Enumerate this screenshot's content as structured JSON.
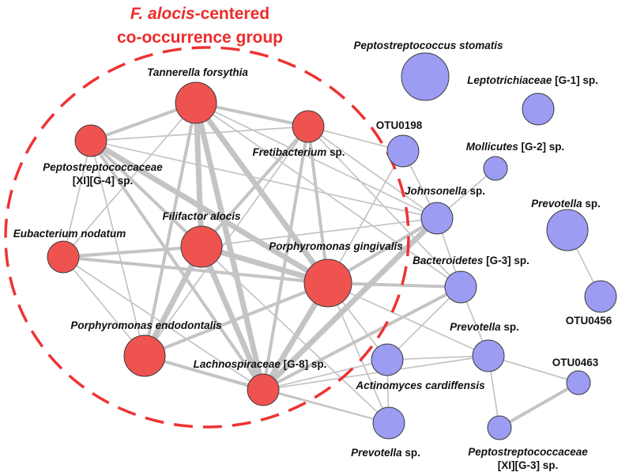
{
  "title": {
    "line1_italic": "F. alocis",
    "line1_rest": "-centered",
    "line2": "co-occurrence group"
  },
  "colors": {
    "group_node": "#ef5350",
    "other_node": "#9b9cf2",
    "edge": "#c4c4c4",
    "title": "#ee2b2b",
    "ellipse": "#ee3333"
  },
  "nodes": [
    {
      "id": "tannerella",
      "group": "red",
      "size": "medium",
      "label_italic": "Tannerella forsythia",
      "label_upright": ""
    },
    {
      "id": "peptostrep_xi_g4",
      "group": "red",
      "size": "small",
      "label_italic": "Peptostreptococcaceae",
      "label_upright": "",
      "label_line2": "[XI][G-4] sp."
    },
    {
      "id": "fretibacterium",
      "group": "red",
      "size": "small",
      "label_italic": "Fretibacterium",
      "label_upright": " sp."
    },
    {
      "id": "filifactor",
      "group": "red",
      "size": "medium",
      "label_italic": "Filifactor alocis",
      "label_upright": ""
    },
    {
      "id": "eubacterium",
      "group": "red",
      "size": "small",
      "label_italic": "Eubacterium nodatum",
      "label_upright": ""
    },
    {
      "id": "gingivalis",
      "group": "red",
      "size": "large",
      "label_italic": "Porphyromonas gingivalis",
      "label_upright": ""
    },
    {
      "id": "endodontalis",
      "group": "red",
      "size": "medium",
      "label_italic": "Porphyromonas endodontalis",
      "label_upright": ""
    },
    {
      "id": "lachno",
      "group": "red",
      "size": "small",
      "label_italic": "Lachnospiraceae",
      "label_upright": " [G-8] sp."
    },
    {
      "id": "stomatis",
      "group": "blue",
      "size": "large",
      "label_italic": "Peptostreptococcus stomatis",
      "label_upright": ""
    },
    {
      "id": "leptotrich",
      "group": "blue",
      "size": "small",
      "label_italic": "Leptotrichiaceae",
      "label_upright": " [G-1] sp."
    },
    {
      "id": "otu0198",
      "group": "blue",
      "size": "small",
      "label_italic": "",
      "label_upright": "OTU0198"
    },
    {
      "id": "mollicutes",
      "group": "blue",
      "size": "tiny",
      "label_italic": "Mollicutes",
      "label_upright": " [G-2] sp."
    },
    {
      "id": "johnsonella",
      "group": "blue",
      "size": "small",
      "label_italic": "Johnsonella",
      "label_upright": " sp."
    },
    {
      "id": "prevotella_r",
      "group": "blue",
      "size": "medium",
      "label_italic": "Prevotella",
      "label_upright": " sp."
    },
    {
      "id": "bacteroidetes",
      "group": "blue",
      "size": "small",
      "label_italic": "Bacteroidetes",
      "label_upright": " [G-3] sp."
    },
    {
      "id": "otu0456",
      "group": "blue",
      "size": "small",
      "label_italic": "",
      "label_upright": "OTU0456"
    },
    {
      "id": "prevotella_m",
      "group": "blue",
      "size": "small",
      "label_italic": "Prevotella",
      "label_upright": " sp."
    },
    {
      "id": "otu0463",
      "group": "blue",
      "size": "tiny",
      "label_italic": "",
      "label_upright": "OTU0463"
    },
    {
      "id": "actinomyces",
      "group": "blue",
      "size": "small",
      "label_italic": "Actinomyces cardiffensis",
      "label_upright": ""
    },
    {
      "id": "prevotella_b",
      "group": "blue",
      "size": "small",
      "label_italic": "Prevotella",
      "label_upright": " sp."
    },
    {
      "id": "peptostrep_xi_g3",
      "group": "blue",
      "size": "tiny",
      "label_italic": "Peptostreptococcaceae",
      "label_upright": "",
      "label_line2": "[XI][G-3] sp."
    }
  ],
  "edges": [
    {
      "s": "tannerella",
      "t": "filifactor",
      "w": "heavy"
    },
    {
      "s": "tannerella",
      "t": "gingivalis",
      "w": "heavy"
    },
    {
      "s": "tannerella",
      "t": "lachno",
      "w": "heavy"
    },
    {
      "s": "tannerella",
      "t": "endodontalis",
      "w": "medium"
    },
    {
      "s": "tannerella",
      "t": "fretibacterium",
      "w": "medium"
    },
    {
      "s": "tannerella",
      "t": "peptostrep_xi_g4",
      "w": "medium"
    },
    {
      "s": "tannerella",
      "t": "eubacterium",
      "w": "light"
    },
    {
      "s": "tannerella",
      "t": "johnsonella",
      "w": "light"
    },
    {
      "s": "tannerella",
      "t": "bacteroidetes",
      "w": "light"
    },
    {
      "s": "peptostrep_xi_g4",
      "t": "gingivalis",
      "w": "heavy"
    },
    {
      "s": "peptostrep_xi_g4",
      "t": "filifactor",
      "w": "medium"
    },
    {
      "s": "peptostrep_xi_g4",
      "t": "lachno",
      "w": "medium"
    },
    {
      "s": "peptostrep_xi_g4",
      "t": "endodontalis",
      "w": "light"
    },
    {
      "s": "peptostrep_xi_g4",
      "t": "eubacterium",
      "w": "light"
    },
    {
      "s": "peptostrep_xi_g4",
      "t": "fretibacterium",
      "w": "light"
    },
    {
      "s": "peptostrep_xi_g4",
      "t": "johnsonella",
      "w": "light"
    },
    {
      "s": "fretibacterium",
      "t": "gingivalis",
      "w": "medium"
    },
    {
      "s": "fretibacterium",
      "t": "filifactor",
      "w": "medium"
    },
    {
      "s": "fretibacterium",
      "t": "lachno",
      "w": "medium"
    },
    {
      "s": "fretibacterium",
      "t": "endodontalis",
      "w": "light"
    },
    {
      "s": "fretibacterium",
      "t": "johnsonella",
      "w": "light"
    },
    {
      "s": "fretibacterium",
      "t": "otu0198",
      "w": "light"
    },
    {
      "s": "fretibacterium",
      "t": "bacteroidetes",
      "w": "light"
    },
    {
      "s": "filifactor",
      "t": "gingivalis",
      "w": "heavy"
    },
    {
      "s": "filifactor",
      "t": "endodontalis",
      "w": "heavy"
    },
    {
      "s": "filifactor",
      "t": "lachno",
      "w": "heavy"
    },
    {
      "s": "filifactor",
      "t": "eubacterium",
      "w": "medium"
    },
    {
      "s": "filifactor",
      "t": "johnsonella",
      "w": "light"
    },
    {
      "s": "filifactor",
      "t": "prevotella_b",
      "w": "light"
    },
    {
      "s": "eubacterium",
      "t": "gingivalis",
      "w": "medium"
    },
    {
      "s": "eubacterium",
      "t": "endodontalis",
      "w": "light"
    },
    {
      "s": "eubacterium",
      "t": "lachno",
      "w": "light"
    },
    {
      "s": "gingivalis",
      "t": "lachno",
      "w": "heavy"
    },
    {
      "s": "gingivalis",
      "t": "endodontalis",
      "w": "medium"
    },
    {
      "s": "gingivalis",
      "t": "johnsonella",
      "w": "medium"
    },
    {
      "s": "gingivalis",
      "t": "bacteroidetes",
      "w": "medium"
    },
    {
      "s": "gingivalis",
      "t": "prevotella_m",
      "w": "light"
    },
    {
      "s": "gingivalis",
      "t": "actinomyces",
      "w": "light"
    },
    {
      "s": "gingivalis",
      "t": "prevotella_b",
      "w": "light"
    },
    {
      "s": "endodontalis",
      "t": "lachno",
      "w": "medium"
    },
    {
      "s": "endodontalis",
      "t": "prevotella_b",
      "w": "light"
    },
    {
      "s": "lachno",
      "t": "johnsonella",
      "w": "heavy"
    },
    {
      "s": "lachno",
      "t": "bacteroidetes",
      "w": "medium"
    },
    {
      "s": "lachno",
      "t": "actinomyces",
      "w": "light"
    },
    {
      "s": "lachno",
      "t": "prevotella_m",
      "w": "light"
    },
    {
      "s": "lachno",
      "t": "prevotella_b",
      "w": "light"
    },
    {
      "s": "otu0198",
      "t": "johnsonella",
      "w": "light"
    },
    {
      "s": "otu0198",
      "t": "gingivalis",
      "w": "light"
    },
    {
      "s": "mollicutes",
      "t": "johnsonella",
      "w": "light"
    },
    {
      "s": "johnsonella",
      "t": "bacteroidetes",
      "w": "light"
    },
    {
      "s": "bacteroidetes",
      "t": "prevotella_m",
      "w": "light"
    },
    {
      "s": "bacteroidetes",
      "t": "actinomyces",
      "w": "light"
    },
    {
      "s": "prevotella_m",
      "t": "actinomyces",
      "w": "light"
    },
    {
      "s": "prevotella_m",
      "t": "otu0463",
      "w": "light"
    },
    {
      "s": "prevotella_m",
      "t": "peptostrep_xi_g3",
      "w": "light"
    },
    {
      "s": "otu0463",
      "t": "peptostrep_xi_g3",
      "w": "medium"
    },
    {
      "s": "actinomyces",
      "t": "prevotella_b",
      "w": "light"
    },
    {
      "s": "prevotella_r",
      "t": "otu0456",
      "w": "light"
    }
  ]
}
